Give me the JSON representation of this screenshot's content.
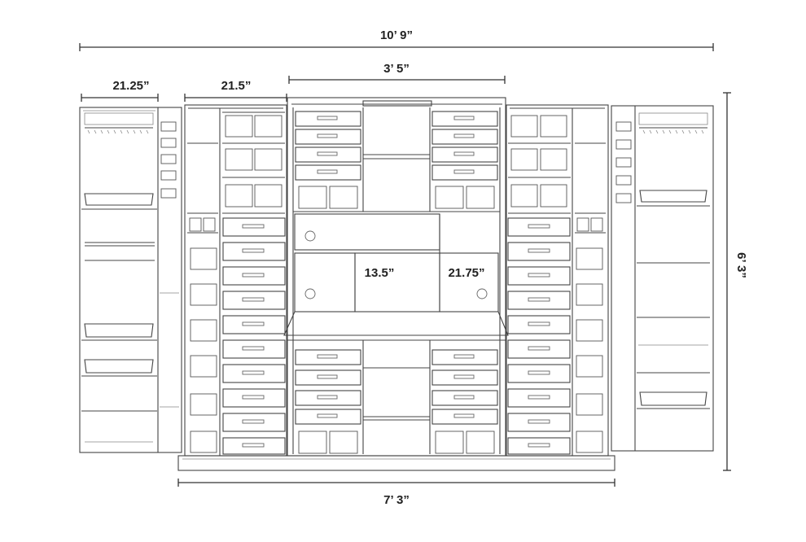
{
  "dimensions": {
    "total_width": "10’ 9”",
    "center_width": "3’ 5”",
    "left_door_width": "21.25”",
    "left_wing_width": "21.5”",
    "height": "6’ 3”",
    "base_width": "7’ 3”",
    "inner_panel_height": "13.5”",
    "inner_panel_width": "21.75”"
  },
  "colors": {
    "line": "#444444",
    "text": "#222222",
    "background": "#ffffff"
  }
}
